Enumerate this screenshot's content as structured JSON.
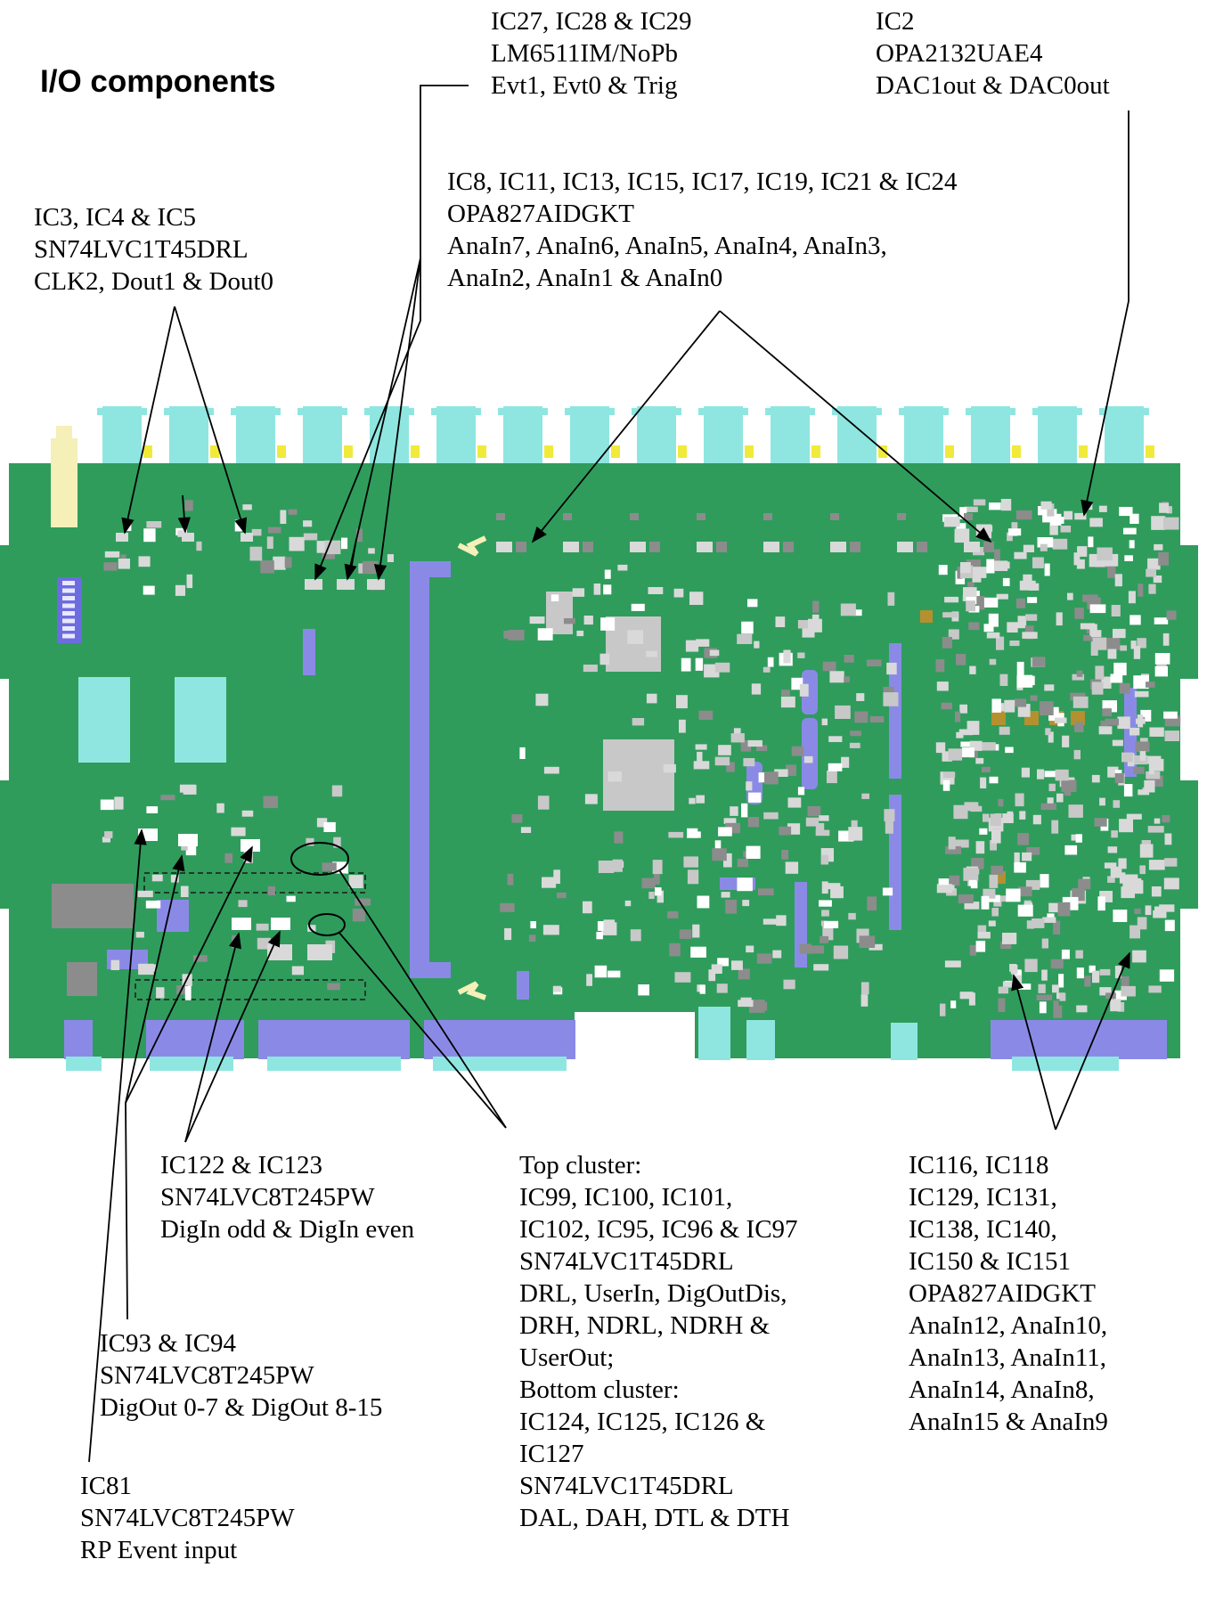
{
  "title": "I/O components",
  "colors": {
    "board": "#2f9c5c",
    "connector": "#8fe6e0",
    "connector_base": "#8a8ae6",
    "chip_large": "#c8c8c8",
    "chip_dark": "#8c8c8c",
    "pad_light": "#d9d9d9",
    "pin_yellow": "#f1ea3a",
    "gold_pad": "#b4902e",
    "dip_switch": "#6c6ce0",
    "cream": "#f4f0b8"
  },
  "callouts": {
    "ic3_group": [
      "IC3, IC4 & IC5",
      "SN74LVC1T45DRL",
      "CLK2, Dout1 & Dout0"
    ],
    "ic27_group": [
      "IC27, IC28 & IC29",
      "LM6511IM/NoPb",
      "Evt1, Evt0 & Trig"
    ],
    "ic2_group": [
      "IC2",
      "OPA2132UAE4",
      "DAC1out & DAC0out"
    ],
    "ic8_group": [
      "IC8, IC11, IC13, IC15, IC17, IC19, IC21 & IC24",
      "OPA827AIDGKT",
      "AnaIn7, AnaIn6, AnaIn5, AnaIn4, AnaIn3,",
      "AnaIn2, AnaIn1 & AnaIn0"
    ],
    "ic122_group": [
      "IC122 & IC123",
      "SN74LVC8T245PW",
      "DigIn odd & DigIn even"
    ],
    "ic93_group": [
      "IC93 & IC94",
      "SN74LVC8T245PW",
      "DigOut 0-7 & DigOut 8-15"
    ],
    "ic81_group": [
      "IC81",
      "SN74LVC8T245PW",
      "RP Event input"
    ],
    "cluster_group": [
      "Top cluster:",
      "IC99, IC100, IC101,",
      "IC102, IC95, IC96 & IC97",
      "SN74LVC1T45DRL",
      "DRL, UserIn, DigOutDis,",
      "DRH, NDRL, NDRH &",
      "UserOut;",
      "Bottom cluster:",
      "IC124, IC125, IC126 &",
      "IC127",
      "SN74LVC1T45DRL",
      "DAL, DAH, DTL & DTH"
    ],
    "ic116_group": [
      "IC116, IC118",
      "IC129, IC131,",
      "IC138, IC140,",
      "IC150 & IC151",
      "OPA827AIDGKT",
      "AnaIn12, AnaIn10,",
      "AnaIn13, AnaIn11,",
      "AnaIn14, AnaIn8,",
      "AnaIn15 & AnaIn9"
    ]
  }
}
